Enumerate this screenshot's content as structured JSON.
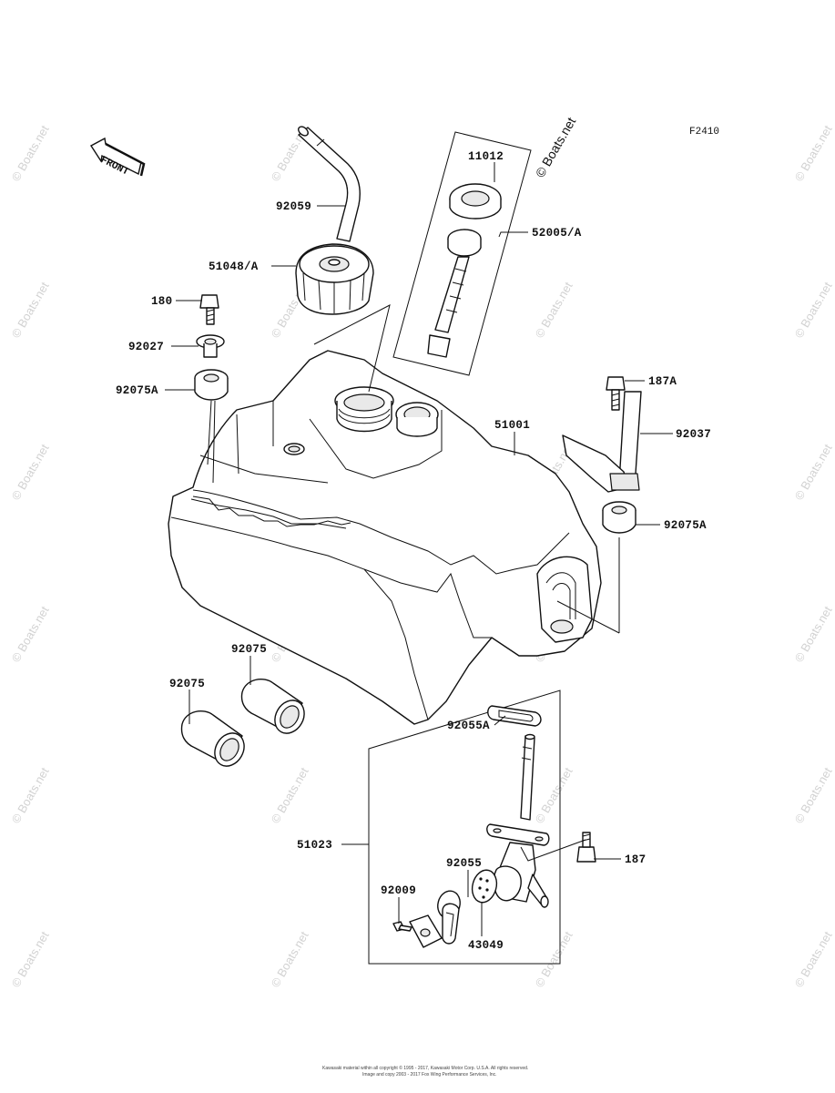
{
  "figure_code": "F2410",
  "copyright_text": "© Boats.net",
  "watermark_text": "© Boats.net",
  "front_marker": "FRONT",
  "footer_lines": [
    "Kawasaki material within all copyright © 1995 - 2017, Kawasaki Motor Corp. U.S.A. All rights reserved.",
    "Image and copy 2003 - 2017 Fox Wing Performance Services, Inc."
  ],
  "parts": [
    {
      "id": "p11012",
      "label": "11012"
    },
    {
      "id": "p52005",
      "label": "52005/A"
    },
    {
      "id": "p92059",
      "label": "92059"
    },
    {
      "id": "p51048",
      "label": "51048/A"
    },
    {
      "id": "p180",
      "label": "180"
    },
    {
      "id": "p92027",
      "label": "92027"
    },
    {
      "id": "p92075A_left",
      "label": "92075A"
    },
    {
      "id": "p187A",
      "label": "187A"
    },
    {
      "id": "p51001",
      "label": "51001"
    },
    {
      "id": "p92037",
      "label": "92037"
    },
    {
      "id": "p92075A_right",
      "label": "92075A"
    },
    {
      "id": "p92075_a",
      "label": "92075"
    },
    {
      "id": "p92075_b",
      "label": "92075"
    },
    {
      "id": "p92055A",
      "label": "92055A"
    },
    {
      "id": "p51023",
      "label": "51023"
    },
    {
      "id": "p187",
      "label": "187"
    },
    {
      "id": "p92055",
      "label": "92055"
    },
    {
      "id": "p92009",
      "label": "92009"
    },
    {
      "id": "p43049",
      "label": "43049"
    }
  ]
}
